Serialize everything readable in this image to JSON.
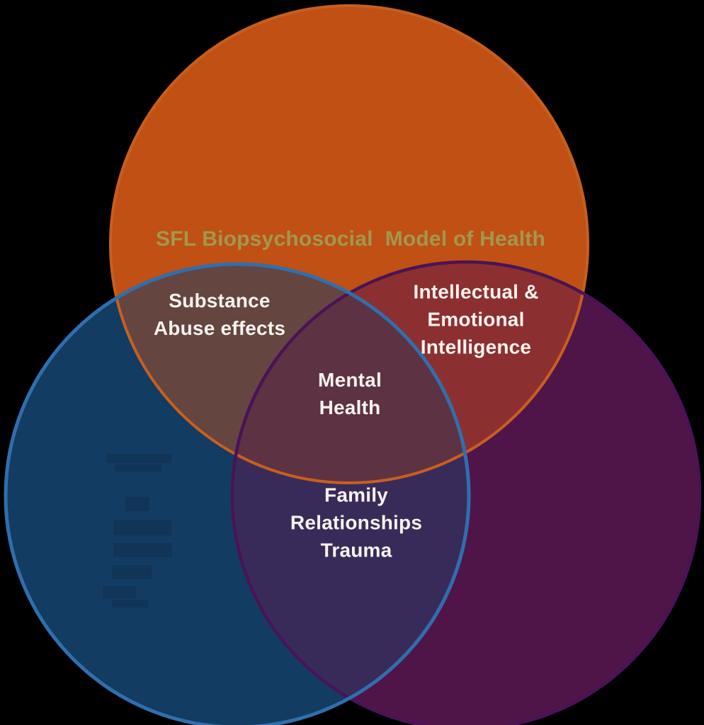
{
  "title": {
    "text": "SFL Biopsychosocial  Model of Health"
  },
  "regions": {
    "orange_blue_overlap": {
      "label": "Substance\nAbuse effects"
    },
    "orange_purple_overlap": {
      "label": "Intellectual &\nEmotional\nIntelligence"
    },
    "center_overlap": {
      "label": "Mental\nHealth"
    },
    "blue_purple_overlap": {
      "label": "Family\nRelationships\nTrauma"
    }
  },
  "colors": {
    "background": "#000000",
    "title_text": "#a3984c",
    "label_text": "#f7f3ef",
    "circle_orange_fill": "#c05014",
    "circle_orange_stroke": "#c85f1e",
    "circle_blue_fill": "#123c62",
    "circle_blue_stroke": "#2f6fad",
    "circle_purple_fill": "#4f1549",
    "circle_purple_stroke": "#4a1356",
    "overlap_orange_blue": "#654540",
    "overlap_orange_purple": "#8c2f30",
    "overlap_blue_purple": "#392b59",
    "overlap_center": "#5d3243"
  }
}
